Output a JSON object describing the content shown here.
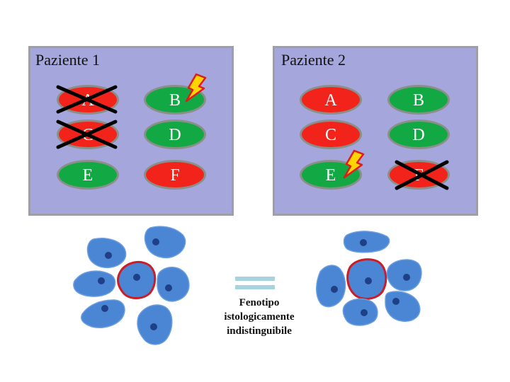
{
  "patient1": {
    "title": "Paziente 1",
    "genes": [
      {
        "label": "A",
        "state": "red",
        "crossed": true
      },
      {
        "label": "B",
        "state": "green",
        "mutation": true
      },
      {
        "label": "C",
        "state": "red",
        "crossed": true
      },
      {
        "label": "D",
        "state": "green"
      },
      {
        "label": "E",
        "state": "green"
      },
      {
        "label": "F",
        "state": "red"
      }
    ]
  },
  "patient2": {
    "title": "Paziente 2",
    "genes": [
      {
        "label": "A",
        "state": "red"
      },
      {
        "label": "B",
        "state": "green"
      },
      {
        "label": "C",
        "state": "red"
      },
      {
        "label": "D",
        "state": "green"
      },
      {
        "label": "E",
        "state": "green",
        "mutation": true
      },
      {
        "label": "F",
        "state": "red",
        "crossed": true
      }
    ]
  },
  "caption": {
    "line1": "Fenotipo",
    "line2": "istologicamente",
    "line3": "indistinguibile"
  },
  "colors": {
    "panel": "#a4a6dc",
    "gene_red": "#f2231b",
    "gene_green": "#12a844",
    "cell": "#4a86d4",
    "nucleus": "#1f3f86",
    "tumor_outline": "#cc1c25",
    "lightning": "#ffd400"
  },
  "icons": {
    "mutation": "lightning-bolt-icon",
    "deletion": "cross-mark-icon"
  }
}
